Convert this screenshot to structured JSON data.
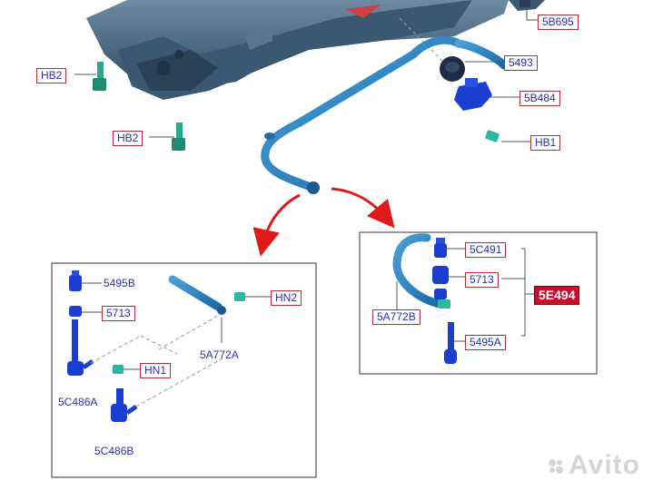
{
  "labels": {
    "hb2_top": "HB2",
    "hb2_bottom": "HB2",
    "b5b695": "5B695",
    "p5493": "5493",
    "p5b484": "5B484",
    "hb1": "HB1",
    "left": {
      "p5495b": "5495B",
      "p5713": "5713",
      "hn2": "HN2",
      "p5a772a": "5A772A",
      "hn1": "HN1",
      "p5c486a": "5C486A",
      "p5c486b": "5C486B"
    },
    "right": {
      "p5c491": "5C491",
      "p5713": "5713",
      "p5e494": "5E494",
      "p5a772b": "5A772B",
      "p5495a": "5495A"
    }
  },
  "watermark": "Avito",
  "colors": {
    "part_blue": "#1a3fd0",
    "frame": "#3e5a72",
    "arrow": "#e01a1a",
    "label": "#2a2fb8"
  }
}
